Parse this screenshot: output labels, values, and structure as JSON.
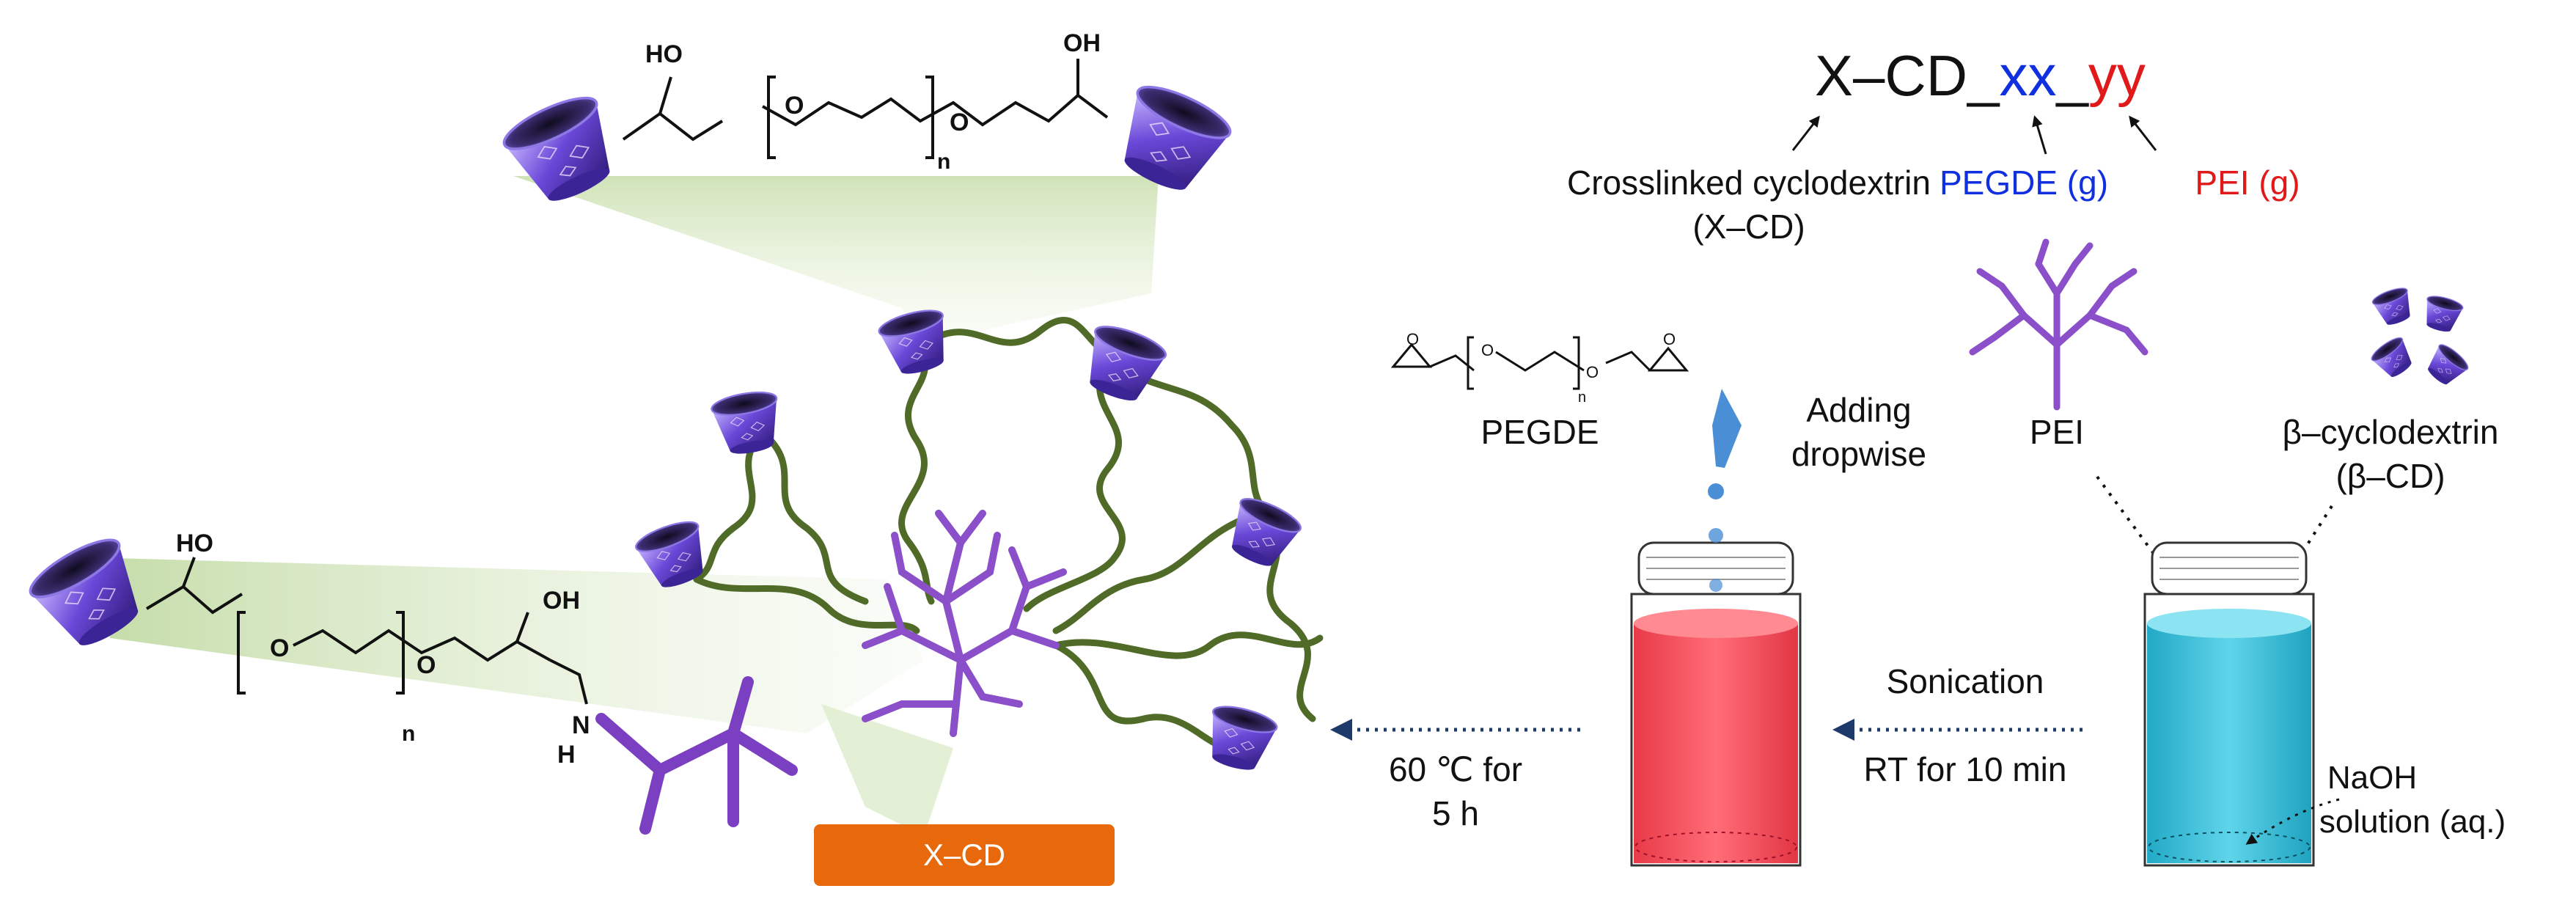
{
  "naming": {
    "prefix": "X–CD_",
    "xx": "xx",
    "sep": "_",
    "yy": "yy",
    "crosslinked_line1": "Crosslinked cyclodextrin",
    "crosslinked_line2": "(X–CD)",
    "pegde_label": "PEGDE (g)",
    "pei_label": "PEI (g)"
  },
  "reagents": {
    "pegde": "PEGDE",
    "pei": "PEI",
    "bcd_line1": "β–cyclodextrin",
    "bcd_line2": "(β–CD)",
    "adding_line1": "Adding",
    "adding_line2": "dropwise"
  },
  "steps": {
    "sonication": "Sonication",
    "rt": "RT for 10 min",
    "heat_line1": "60 ℃ for",
    "heat_line2": "5 h",
    "naoh_line1": "NaOH",
    "naoh_line2": "solution (aq.)"
  },
  "product_badge": "X–CD",
  "chem_labels": {
    "ho": "HO",
    "oh": "OH",
    "o": "O",
    "n": "n",
    "h": "H",
    "nitrogen": "N"
  },
  "colors": {
    "cd_purple": "#5b3fc4",
    "pei_purple": "#8a4fc9",
    "chain_green": "#4f6b27",
    "halo_green": "#cfe3b4",
    "vial_red": "#f2525e",
    "vial_cyan": "#3ec0d8",
    "badge_orange": "#e8690c",
    "pegde_blue": "#1030e0",
    "pei_red": "#e01a1a",
    "dropper_blue": "#4a8fd6",
    "arrow_navy": "#1e3a6b"
  }
}
